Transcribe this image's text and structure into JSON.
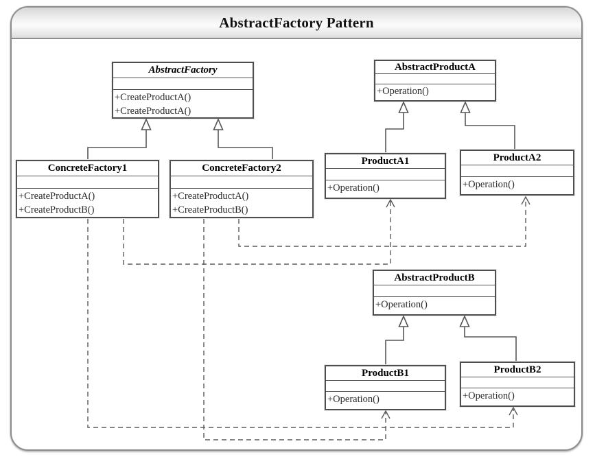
{
  "title": "AbstractFactory Pattern",
  "classes": {
    "abstractFactory": {
      "name": "AbstractFactory",
      "abstract": true,
      "attributes": [],
      "methods": [
        "+CreateProductA()",
        "+CreateProductA()"
      ]
    },
    "concreteFactory1": {
      "name": "ConcreteFactory1",
      "abstract": false,
      "attributes": [],
      "methods": [
        "+CreateProductA()",
        "+CreateProductB()"
      ]
    },
    "concreteFactory2": {
      "name": "ConcreteFactory2",
      "abstract": false,
      "attributes": [],
      "methods": [
        "+CreateProductA()",
        "+CreateProductB()"
      ]
    },
    "abstractProductA": {
      "name": "AbstractProductA",
      "abstract": false,
      "attributes": [],
      "methods": [
        "+Operation()"
      ]
    },
    "productA1": {
      "name": "ProductA1",
      "abstract": false,
      "attributes": [],
      "methods": [
        "+Operation()"
      ]
    },
    "productA2": {
      "name": "ProductA2",
      "abstract": false,
      "attributes": [],
      "methods": [
        "+Operation()"
      ]
    },
    "abstractProductB": {
      "name": "AbstractProductB",
      "abstract": false,
      "attributes": [],
      "methods": [
        "+Operation()"
      ]
    },
    "productB1": {
      "name": "ProductB1",
      "abstract": false,
      "attributes": [],
      "methods": [
        "+Operation()"
      ]
    },
    "productB2": {
      "name": "ProductB2",
      "abstract": false,
      "attributes": [],
      "methods": [
        "+Operation()"
      ]
    }
  },
  "relationships": [
    {
      "type": "generalization",
      "from": "ConcreteFactory1",
      "to": "AbstractFactory"
    },
    {
      "type": "generalization",
      "from": "ConcreteFactory2",
      "to": "AbstractFactory"
    },
    {
      "type": "generalization",
      "from": "ProductA1",
      "to": "AbstractProductA"
    },
    {
      "type": "generalization",
      "from": "ProductA2",
      "to": "AbstractProductA"
    },
    {
      "type": "generalization",
      "from": "ProductB1",
      "to": "AbstractProductB"
    },
    {
      "type": "generalization",
      "from": "ProductB2",
      "to": "AbstractProductB"
    },
    {
      "type": "dependency",
      "from": "ConcreteFactory1",
      "to": "ProductA1"
    },
    {
      "type": "dependency",
      "from": "ConcreteFactory2",
      "to": "ProductA2"
    },
    {
      "type": "dependency",
      "from": "ConcreteFactory1",
      "to": "ProductB2"
    },
    {
      "type": "dependency",
      "from": "ConcreteFactory2",
      "to": "ProductB1"
    }
  ],
  "colors": {
    "frame_border": "#8d8d8d",
    "box_border": "#4e4e4e",
    "connector": "#565656",
    "titlebar_top": "#d7d7d7",
    "titlebar_bottom": "#dedede",
    "background": "#ffffff"
  }
}
